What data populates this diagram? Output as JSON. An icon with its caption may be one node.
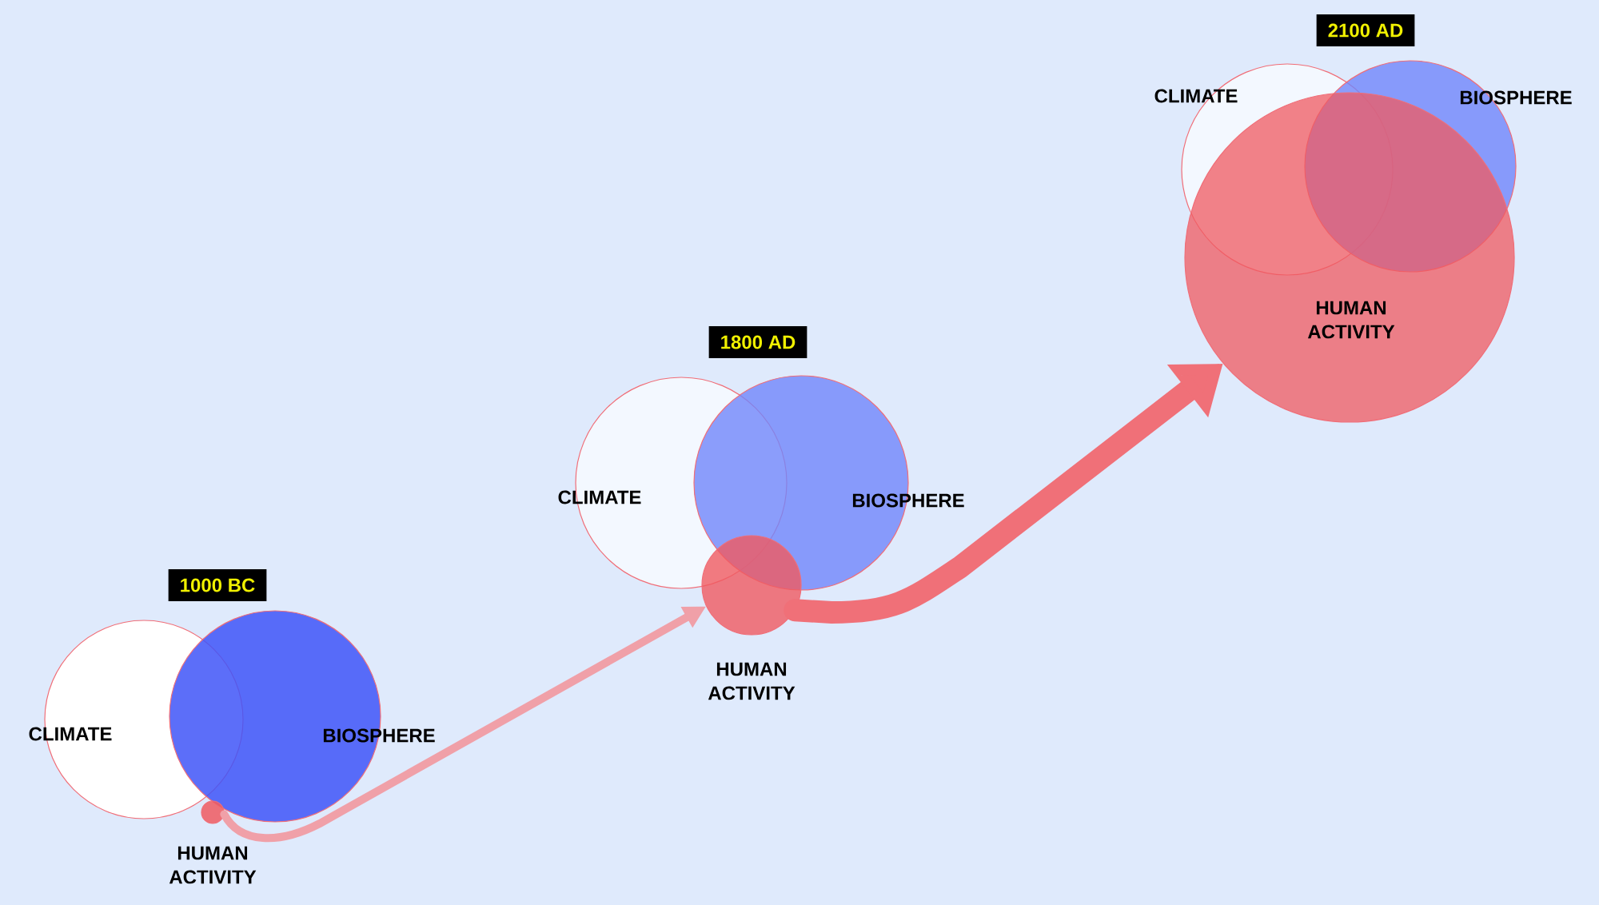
{
  "diagram": {
    "nodes": [
      {
        "text": [
          "1000 BC"
        ]
      },
      {
        "text": [
          "CLIMATE"
        ]
      },
      {
        "text": [
          "BIOSPHERE"
        ]
      },
      {
        "text": [
          "HUMAN ACTIVITY"
        ]
      },
      {
        "text": [
          "1800 AD"
        ]
      },
      {
        "text": [
          "CLIMATE"
        ]
      },
      {
        "text": [
          "BIOSPHERE"
        ]
      },
      {
        "text": [
          "HUMAN ACTIVITY"
        ]
      },
      {
        "text": [
          "2100 AD"
        ]
      },
      {
        "text": [
          "CLIMATE"
        ]
      },
      {
        "text": [
          "BIOSPHERE"
        ]
      },
      {
        "text": [
          "HUMAN ACTIVITY"
        ]
      }
    ],
    "edges": [
      {
        "from": 3,
        "to": 7,
        "arrow": "to"
      },
      {
        "from": 7,
        "to": 11,
        "arrow": "to",
        "style": "thick"
      }
    ]
  }
}
